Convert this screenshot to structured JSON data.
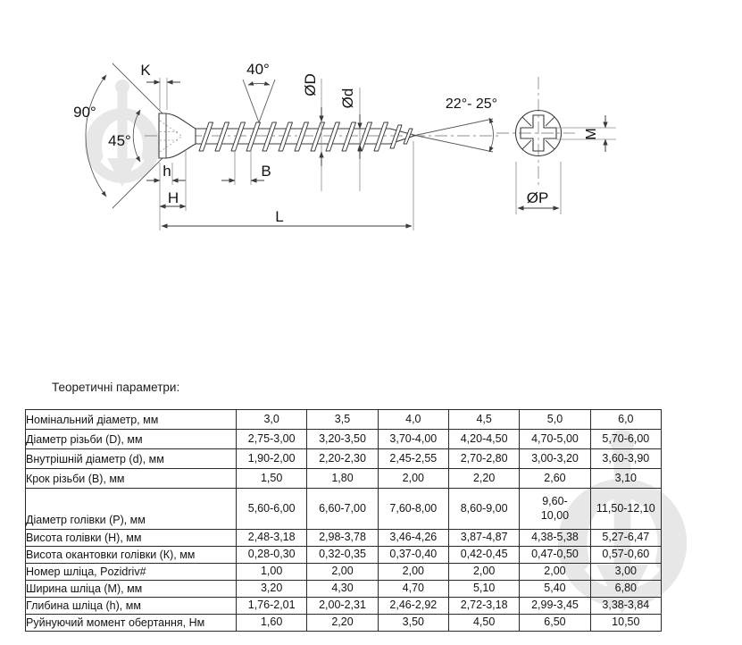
{
  "drawing": {
    "labels": {
      "k": "K",
      "angle40": "40°",
      "outer_dia": "ØD",
      "inner_dia": "Ød",
      "angle90": "90°",
      "angle45": "45°",
      "h_small": "h",
      "pitch_b": "B",
      "head_h": "H",
      "length_l": "L",
      "tip_angle": "22°- 25°",
      "slot_m": "M",
      "head_p": "ØP"
    }
  },
  "table": {
    "title": "Теоретичні параметри:",
    "rows": [
      {
        "label": "Номінальний діаметр, мм",
        "values": [
          "3,0",
          "3,5",
          "4,0",
          "4,5",
          "5,0",
          "6,0"
        ]
      },
      {
        "label": "Діаметр різьби (D), мм",
        "values": [
          "2,75-3,00",
          "3,20-3,50",
          "3,70-4,00",
          "4,20-4,50",
          "4,70-5,00",
          "5,70-6,00"
        ]
      },
      {
        "label": "Внутрішній діаметр (d), мм",
        "values": [
          "1,90-2,00",
          "2,20-2,30",
          "2,45-2,55",
          "2,70-2,80",
          "3,00-3,20",
          "3,60-3,90"
        ]
      },
      {
        "label": "Крок різьби (В), мм",
        "values": [
          "1,50",
          "1,80",
          "2,00",
          "2,20",
          "2,60",
          "3,10"
        ]
      },
      {
        "label": "Діаметр голівки (Р), мм",
        "values": [
          "5,60-6,00",
          "6,60-7,00",
          "7,60-8,00",
          "8,60-9,00",
          "9,60-\n10,00",
          "11,50-12,10"
        ]
      },
      {
        "label": "Висота голівки (Н), мм",
        "values": [
          "2,48-3,18",
          "2,98-3,78",
          "3,46-4,26",
          "3,87-4,87",
          "4,38-5,38",
          "5,27-6,47"
        ]
      },
      {
        "label": "Висота окантовки голівки (К), мм",
        "values": [
          "0,28-0,30",
          "0,32-0,35",
          "0,37-0,40",
          "0,42-0,45",
          "0,47-0,50",
          "0,57-0,60"
        ]
      },
      {
        "label": "Номер шліца, Pozidriv#",
        "values": [
          "1,00",
          "2,00",
          "2,00",
          "2,00",
          "2,00",
          "3,00"
        ]
      },
      {
        "label": "Ширина шліца (М), мм",
        "values": [
          "3,20",
          "4,30",
          "4,70",
          "5,10",
          "5,40",
          "6,80"
        ]
      },
      {
        "label": "Глибина шліца (h), мм",
        "values": [
          "1,76-2,01",
          "2,00-2,31",
          "2,46-2,92",
          "2,72-3,18",
          "2,99-3,45",
          "3,38-3,84"
        ]
      },
      {
        "label": "Руйнуючий момент обертання, Нм",
        "values": [
          "1,60",
          "2,20",
          "3,50",
          "4,50",
          "6,50",
          "10,50"
        ]
      }
    ]
  },
  "colors": {
    "line": "#3b3b3b",
    "thin_line": "#8c8c8c",
    "watermark": "#e7e7e7",
    "table_border": "#2a2a2a"
  }
}
